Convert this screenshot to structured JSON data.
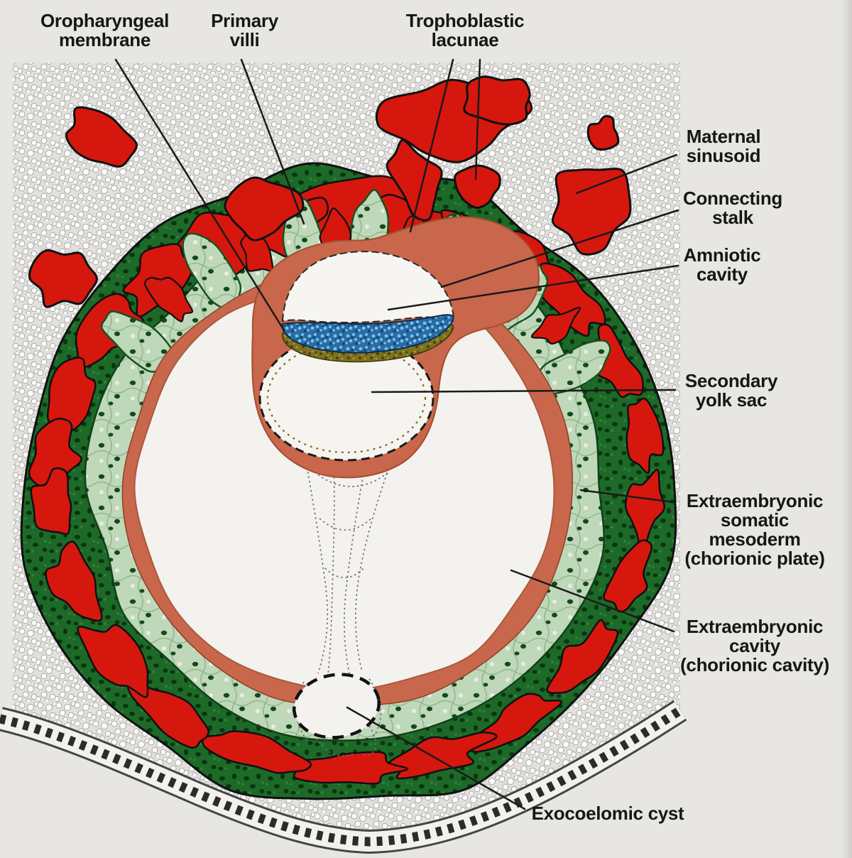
{
  "labels": {
    "oropharyngeal_membrane": {
      "lines": [
        "Oropharyngeal",
        "membrane"
      ]
    },
    "primary_villi": {
      "lines": [
        "Primary",
        "villi"
      ]
    },
    "trophoblastic_lacunae": {
      "lines": [
        "Trophoblastic",
        "lacunae"
      ]
    },
    "maternal_sinusoid": {
      "lines": [
        "Maternal",
        "sinusoid"
      ]
    },
    "connecting_stalk": {
      "lines": [
        "Connecting",
        "stalk"
      ]
    },
    "amniotic_cavity": {
      "lines": [
        "Amniotic",
        "cavity"
      ]
    },
    "secondary_yolk_sac": {
      "lines": [
        "Secondary",
        "yolk sac"
      ]
    },
    "extraembryonic_somatic_mesoderm": {
      "lines": [
        "Extraembryonic",
        "somatic",
        "mesoderm",
        "(chorionic plate)"
      ]
    },
    "extraembryonic_cavity": {
      "lines": [
        "Extraembryonic",
        "cavity",
        "(chorionic cavity)"
      ]
    },
    "exocoelomic_cyst": {
      "lines": [
        "Exocoelomic cyst"
      ]
    }
  },
  "palette": {
    "background": "#e7e6e3",
    "maternal_blood_red": "#d6170e",
    "syncytiotrophoblast_green": "#1d6a28",
    "cytotrophoblast_pale_green": "#bfd8ba",
    "extraembryonic_mesoderm_salmon": "#c8674b",
    "epiblast_blue": "#2a6ba6",
    "hypoblast_olive": "#7e701f",
    "outline_black": "#1a1a1a"
  }
}
